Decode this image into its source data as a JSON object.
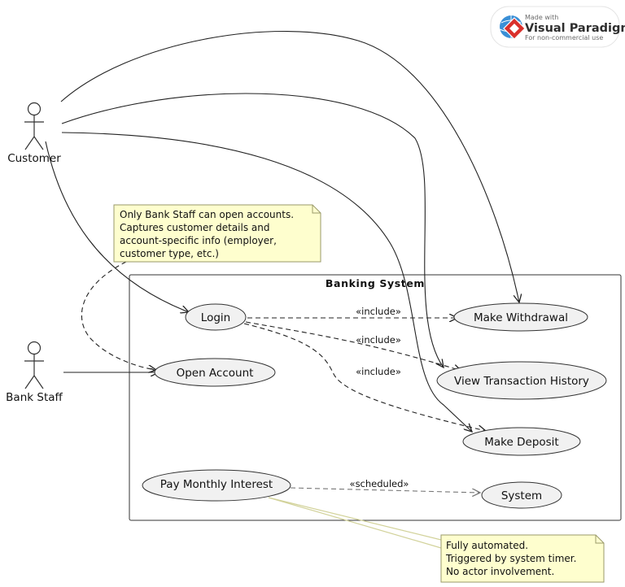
{
  "watermark": {
    "made_with": "Made with",
    "brand": "Visual Paradigm",
    "tagline": "For non-commercial use"
  },
  "system_boundary": {
    "title": "Banking System"
  },
  "actors": {
    "customer": "Customer",
    "bank_staff": "Bank Staff"
  },
  "use_cases": {
    "login": "Login",
    "make_withdrawal": "Make Withdrawal",
    "open_account": "Open Account",
    "view_transaction_history": "View Transaction History",
    "make_deposit": "Make Deposit",
    "pay_monthly_interest": "Pay Monthly Interest",
    "system": "System"
  },
  "relationship_labels": {
    "include_withdrawal": "«include»",
    "include_history": "«include»",
    "include_deposit": "«include»",
    "scheduled": "«scheduled»"
  },
  "notes": {
    "open_account_note": {
      "lines": [
        "Only Bank Staff can open accounts.",
        "Captures customer details and",
        "account-specific info (employer,",
        "customer type, etc.)"
      ]
    },
    "interest_note": {
      "lines": [
        "Fully automated.",
        "Triggered by system timer.",
        "No actor involvement."
      ]
    }
  }
}
